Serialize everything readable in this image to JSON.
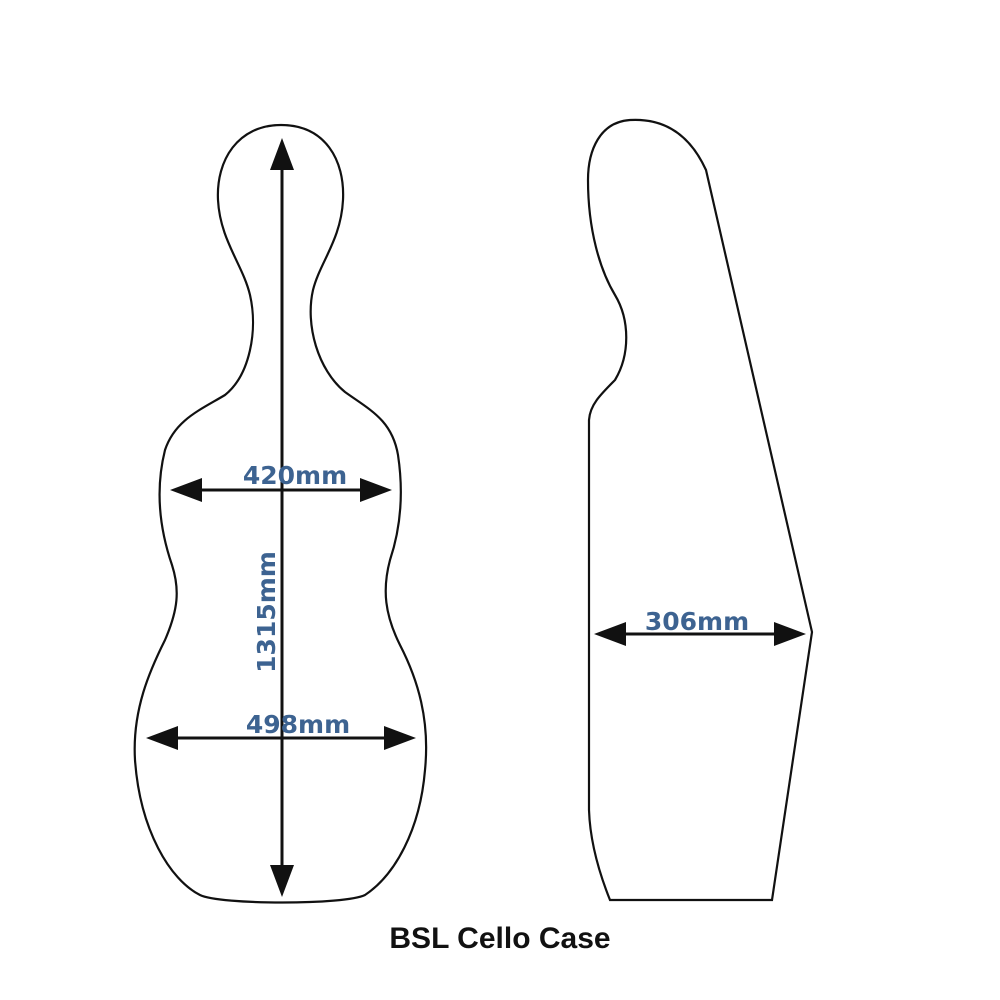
{
  "caption": "BSL Cello Case",
  "front_view": {
    "length_label": "1315mm",
    "upper_width_label": "420mm",
    "lower_width_label": "498mm"
  },
  "side_view": {
    "depth_label": "306mm"
  },
  "colors": {
    "dimension_text": "#3d6391",
    "outline": "#111111"
  }
}
